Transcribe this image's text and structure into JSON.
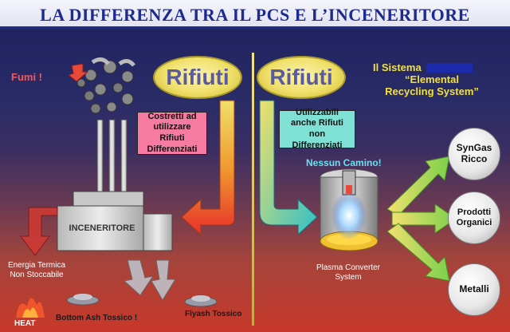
{
  "title": "LA DIFFERENZA TRA IL PCS E L’INCENERITORE",
  "left": {
    "fumi_label": "Fumi !",
    "rifiuti_label": "Rifiuti",
    "box_text": "Costretti ad utilizzare Rifiuti Differenziati",
    "incinerator_label": "INCENERITORE",
    "energy_label": "Energia Termica Non Stoccabile",
    "heat_label": "HEAT",
    "bottom_ash_label": "Bottom Ash Tossico !",
    "flyash_label": "Flyash Tossico"
  },
  "right": {
    "rifiuti_label": "Rifiuti",
    "system_line1": "Il Sistema",
    "system_line2": "“Elemental",
    "system_line3": "Recycling System”",
    "box_text": "Utilizzabili anche Rifiuti non Differenziati",
    "no_chimney_label": "Nessun Camino!",
    "plasma_label": "Plasma Converter System",
    "outputs": [
      "SynGas Ricco",
      "Prodotti Organici",
      "Metalli"
    ]
  },
  "colors": {
    "title": "#1d2a8e",
    "pink_box": "#f77aa2",
    "cyan_box": "#7fe0d6",
    "fumi": "#f05a5a",
    "rifiuti": "#5a5aa0"
  }
}
